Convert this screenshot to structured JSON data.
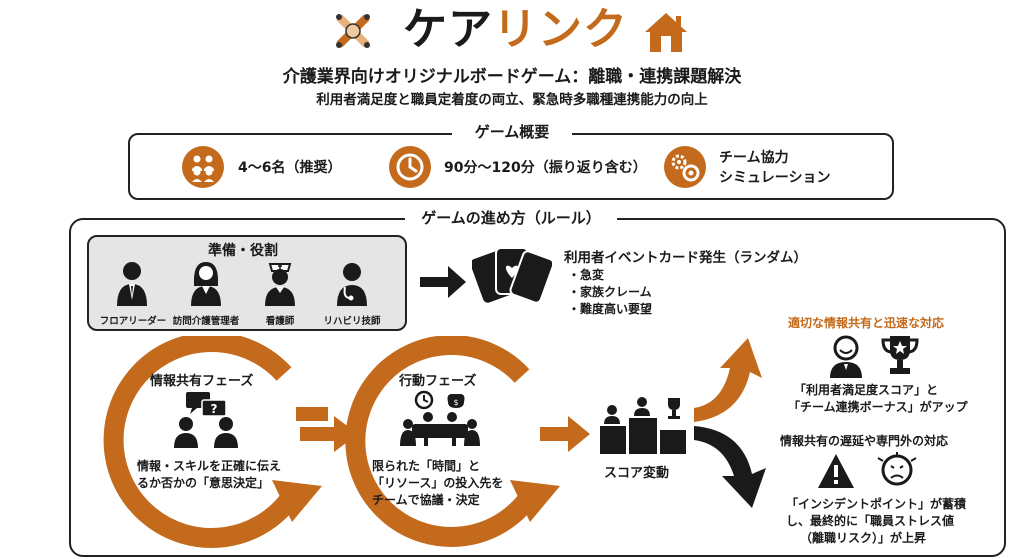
{
  "header": {
    "title_black": "ケア",
    "title_orange": "リンク",
    "subtitle": "介護業界向けオリジナルボードゲーム：離職・連携課題解決",
    "tagline": "利用者満足度と職員定着度の両立、緊急時多職種連携能力の向上"
  },
  "overview": {
    "heading": "ゲーム概要",
    "items": [
      {
        "icon": "people-icon",
        "text": "4～6名（推奨）"
      },
      {
        "icon": "clock-icon",
        "text": "90分～120分（振り返り含む）"
      },
      {
        "icon": "gears-icon",
        "line1": "チーム協力",
        "line2": "シミュレーション"
      }
    ]
  },
  "rules": {
    "heading": "ゲームの進め方（ルール）",
    "prep": {
      "title": "準備・役割",
      "roles": [
        "フロアリーダー",
        "訪問介護管理者",
        "看護師",
        "リハビリ技師"
      ]
    },
    "event": {
      "title": "利用者イベントカード発生（ランダム）",
      "items": [
        "・急変",
        "・家族クレーム",
        "・難度高い要望"
      ]
    },
    "info_phase": {
      "title": "情報共有フェーズ",
      "line1": "情報・スキルを正確に伝え",
      "line2": "るか否かの「意思決定」"
    },
    "action_phase": {
      "title": "行動フェーズ",
      "line1": "限られた「時間」と",
      "line2": "「リソース」の投入先を",
      "line3": "チームで協議・決定"
    },
    "score": {
      "label": "スコア変動"
    },
    "good": {
      "title": "適切な情報共有と迅速な対応",
      "line1": "「利用者満足度スコア」と",
      "line2": "「チーム連携ボーナス」がアップ"
    },
    "bad": {
      "title": "情報共有の遅延や専門外の対応",
      "line1": "「インシデントポイント」が蓄積",
      "line2": "し、最終的に「職員ストレス値",
      "line3": "（離職リスク）」が上昇"
    }
  },
  "colors": {
    "accent": "#c46a1c",
    "dark": "#1a1a1a",
    "prep_bg": "#e5e5e5"
  }
}
